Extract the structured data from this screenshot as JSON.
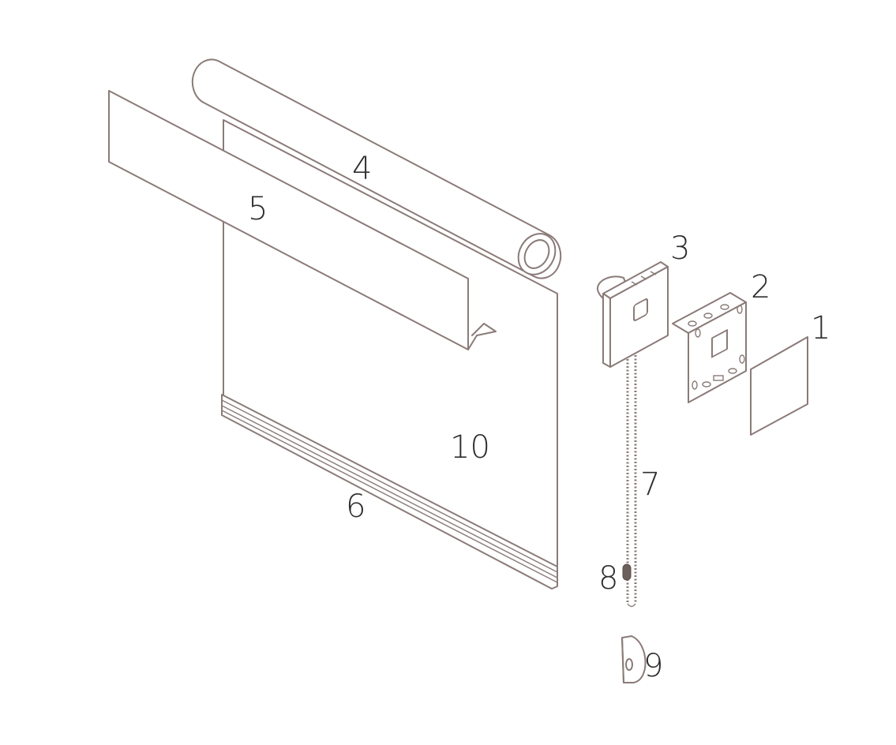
{
  "diagram": {
    "line_color": "#8a7b78",
    "label_color": "#2e2e2e",
    "background": "#ffffff",
    "labels": {
      "p1": "1",
      "p2": "2",
      "p3": "3",
      "p4": "4",
      "p5": "5",
      "p6": "6",
      "p7": "7",
      "p8": "8",
      "p9": "9",
      "p10": "10"
    }
  }
}
